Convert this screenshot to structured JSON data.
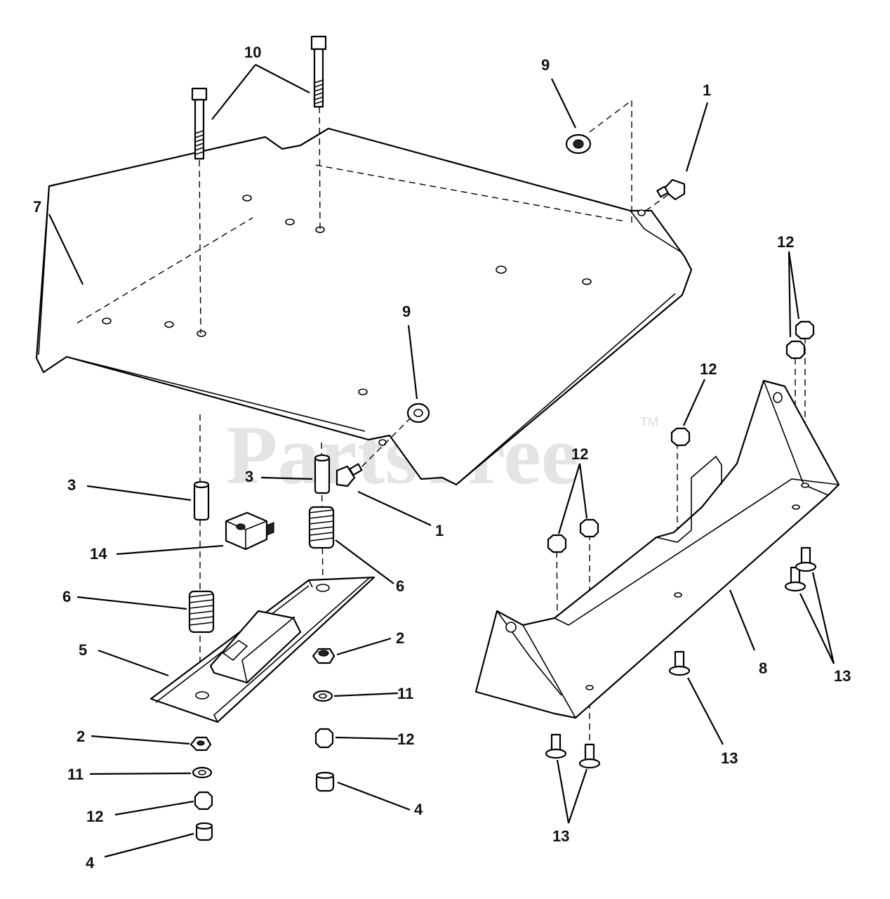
{
  "watermark": {
    "text": "PartsTree",
    "trademark": "TM"
  },
  "callouts": [
    "10",
    "9",
    "1",
    "7",
    "12",
    "9",
    "12",
    "12",
    "3",
    "3",
    "1",
    "14",
    "6",
    "6",
    "2",
    "5",
    "11",
    "2",
    "12",
    "11",
    "12",
    "4",
    "4",
    "8",
    "13",
    "13",
    "13"
  ]
}
